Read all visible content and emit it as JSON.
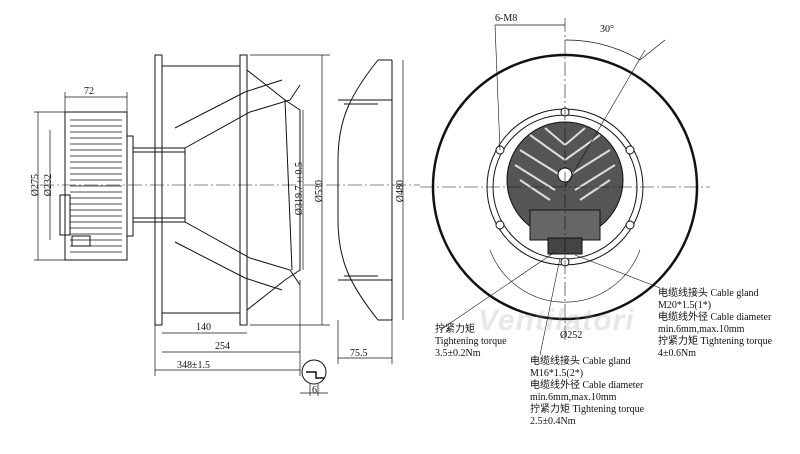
{
  "side_view": {
    "dim_top": "72",
    "dim_275": "Ø275",
    "dim_232": "Ø232",
    "dim_319": "Ø319.7±0.5",
    "dim_530": "Ø530",
    "dim_480": "Ø480",
    "dim_140": "140",
    "dim_254": "254",
    "dim_348": "348±1.5",
    "dim_755": "75.5",
    "dim_6": "6"
  },
  "front_view": {
    "holes": "6-M8",
    "angle": "30°",
    "dim_252": "Ø252"
  },
  "notes": {
    "torque_left_cn": "拧紧力矩",
    "torque_left_en": "Tightening torque",
    "torque_left_val": "3.5±0.2Nm",
    "gland1_cn": "电缆线接头",
    "gland1_en": "Cable gland",
    "gland1_val": "M20*1.5(1*)",
    "dia1_cn": "电缆线外径",
    "dia1_en": "Cable diameter",
    "dia1_val": "min.6mm,max.10mm",
    "torque1_cn": "拧紧力矩",
    "torque1_en": "Tightening torque",
    "torque1_val": "4±0.6Nm",
    "gland2_cn": "电缆线接头",
    "gland2_en": "Cable gland",
    "gland2_val": "M16*1.5(2*)",
    "dia2_cn": "电缆线外径",
    "dia2_en": "Cable diameter",
    "dia2_val": "min.6mm,max.10mm",
    "torque2_cn": "拧紧力矩",
    "torque2_en": "Tightening torque",
    "torque2_val": "2.5±0.4Nm"
  },
  "watermark": "Ventilatori"
}
